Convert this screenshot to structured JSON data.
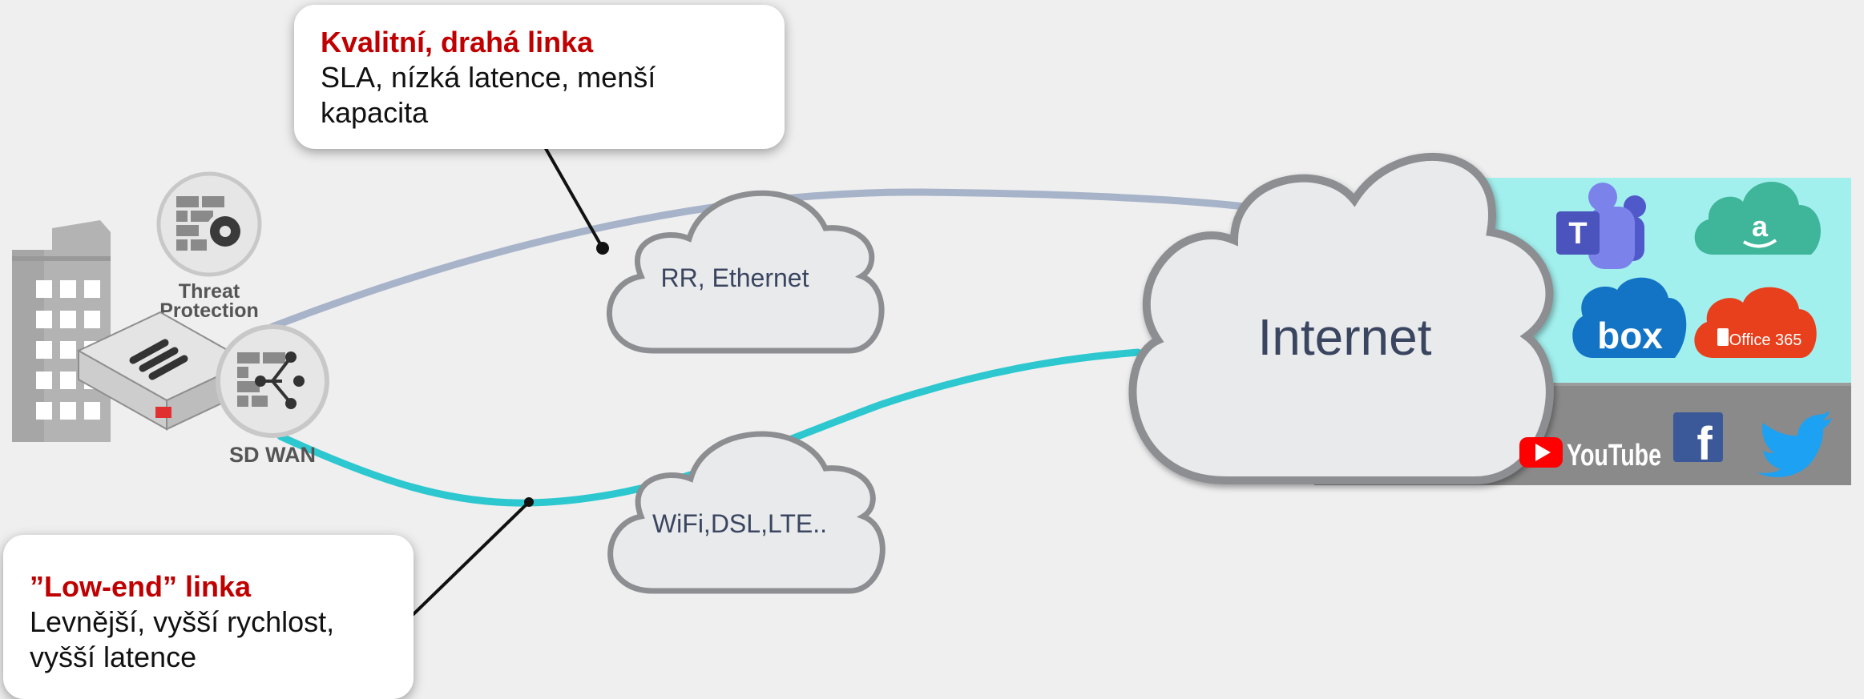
{
  "callouts": {
    "premium": {
      "title": "Kvalitní, drahá linka",
      "text": "SLA, nízká latence, menší kapacita"
    },
    "lowend": {
      "title": "”Low-end” linka",
      "text": "Levnější, vyšší rychlost, vyšší latence"
    }
  },
  "device": {
    "threat_protection_line1": "Threat",
    "threat_protection_line2": "Protection",
    "sdwan_label": "SD WAN"
  },
  "clouds": {
    "ethernet": "RR, Ethernet",
    "wifi": "WiFi,DSL,LTE..",
    "internet": "Internet"
  },
  "services": {
    "saas": [
      "teams-icon",
      "amazon-cloud-icon",
      "box-icon",
      "office365-icon"
    ],
    "office365_label": "Office 365",
    "box_label": "box",
    "youtube_label": "YouTube",
    "social": [
      "youtube-icon",
      "facebook-icon",
      "twitter-icon"
    ]
  },
  "colors": {
    "premium_link": "#a7b3c9",
    "lowend_link": "#2cc7cf",
    "callout_title": "#c00000",
    "saas_panel": "#a2f0ee",
    "social_panel": "#8a8a8a",
    "cloud_outline": "#8c8e91"
  }
}
